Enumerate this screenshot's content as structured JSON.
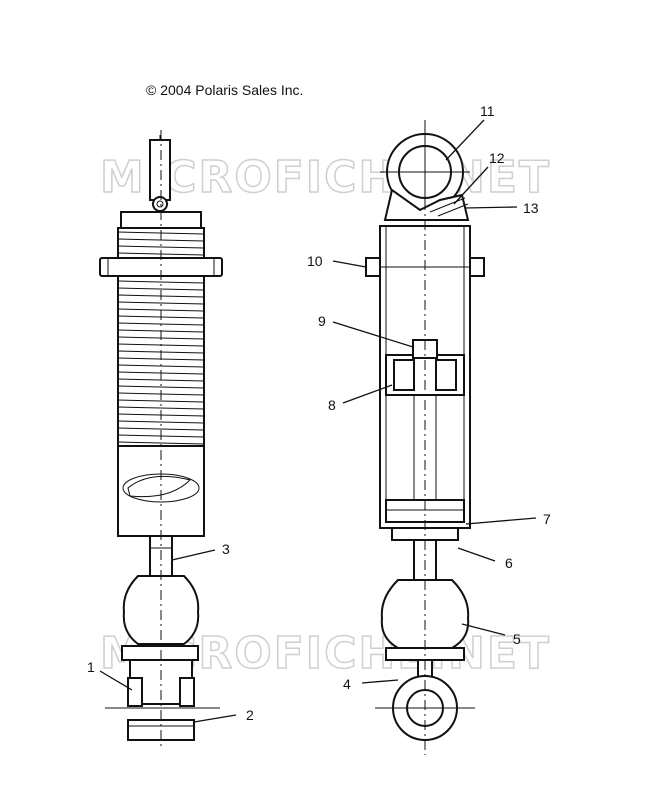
{
  "copyright": "© 2004 Polaris Sales Inc.",
  "watermark": "MICROFICHE.NET",
  "callouts": [
    {
      "id": "1",
      "label": "1"
    },
    {
      "id": "2",
      "label": "2"
    },
    {
      "id": "3",
      "label": "3"
    },
    {
      "id": "4",
      "label": "4"
    },
    {
      "id": "5",
      "label": "5"
    },
    {
      "id": "6",
      "label": "6"
    },
    {
      "id": "7",
      "label": "7"
    },
    {
      "id": "8",
      "label": "8"
    },
    {
      "id": "9",
      "label": "9"
    },
    {
      "id": "10",
      "label": "10"
    },
    {
      "id": "11",
      "label": "11"
    },
    {
      "id": "12",
      "label": "12"
    },
    {
      "id": "13",
      "label": "13"
    }
  ]
}
